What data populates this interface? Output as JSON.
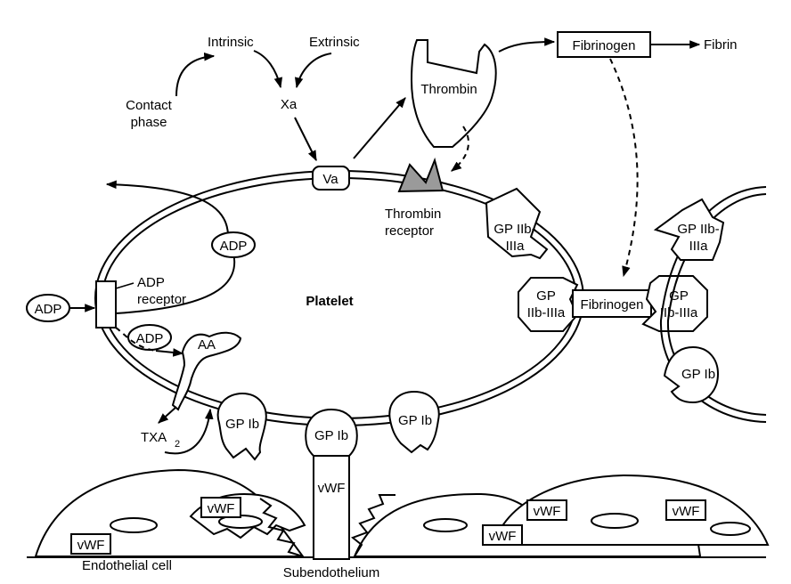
{
  "pathway": {
    "intrinsic": "Intrinsic",
    "extrinsic": "Extrinsic",
    "contact_phase_line1": "Contact",
    "contact_phase_line2": "phase",
    "xa": "Xa",
    "va": "Va",
    "thrombin": "Thrombin",
    "fibrinogen": "Fibrinogen",
    "fibrin": "Fibrin",
    "thrombin_receptor_line1": "Thrombin",
    "thrombin_receptor_line2": "receptor"
  },
  "platelet": {
    "label": "Platelet",
    "adp_inside": "ADP",
    "adp_outside": "ADP",
    "adp_lower": "ADP",
    "adp_receptor_line1": "ADP",
    "adp_receptor_line2": "receptor",
    "aa": "AA",
    "txa": "TXA",
    "txa_sub": "2",
    "gp_iib_iiia_top_line1": "GP IIb-",
    "gp_iib_iiia_top_line2": "IIIa",
    "gp_left_line1": "GP",
    "gp_left_line2": "IIb-IIIa",
    "fibrinogen_bridge": "Fibrinogen",
    "gp_right_line1": "GP",
    "gp_right_line2": "IIb-IIIa",
    "gp_ib_left": "GP Ib",
    "gp_ib_center": "GP Ib",
    "gp_ib_right": "GP Ib"
  },
  "second_platelet": {
    "gp_iib_iiia_line1": "GP IIb-",
    "gp_iib_iiia_line2": "IIIa",
    "gp_ib": "GP Ib"
  },
  "vessel": {
    "vwf_center": "vWF",
    "vwf_1": "vWF",
    "vwf_2": "vWF",
    "vwf_3": "vWF",
    "vwf_4": "vWF",
    "vwf_5": "vWF",
    "endothelial_cell": "Endothelial cell",
    "subendothelium": "Subendothelium"
  }
}
